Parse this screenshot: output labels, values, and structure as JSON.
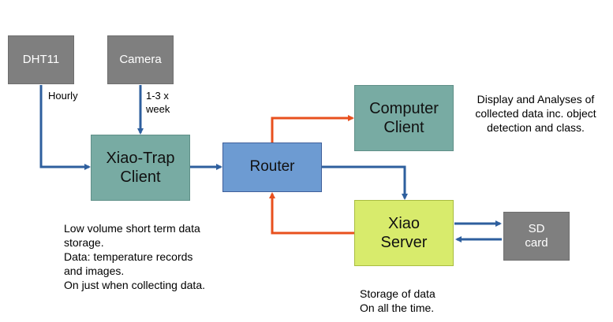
{
  "nodes": {
    "dht11": "DHT11",
    "camera": "Camera",
    "xiao_trap_client": "Xiao-Trap\nClient",
    "router": "Router",
    "computer_client": "Computer\nClient",
    "xiao_server": "Xiao\nServer",
    "sd_card": "SD\ncard"
  },
  "edge_labels": {
    "dht11_interval": "Hourly",
    "camera_interval": "1-3 x\nweek"
  },
  "notes": {
    "computer_client": "Display and Analyses of\ncollected data inc. object\ndetection and class.",
    "xiao_trap_client": "Low volume short term data\nstorage.\nData: temperature records\nand images.\nOn just when collecting data.",
    "xiao_server": "Storage of data\nOn all the time."
  },
  "colors": {
    "blue_arrow": "#2e5f9e",
    "orange_arrow": "#e8501e",
    "sensor_box": "#7f7f7f",
    "client_box": "#78aba3",
    "router_box": "#6d9bd2",
    "server_box": "#d8eb6c"
  }
}
